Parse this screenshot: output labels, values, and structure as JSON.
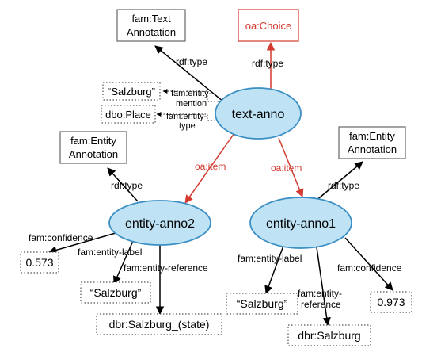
{
  "colors": {
    "ellipse_fill": "#bfe3f5",
    "ellipse_stroke": "#3b8fc4",
    "red": "#d43a2f",
    "black": "#000000",
    "dotted": "#555555"
  },
  "nodes": {
    "text_anno": "text-anno",
    "entity_anno2": "entity-anno2",
    "entity_anno1": "entity-anno1"
  },
  "boxes": {
    "fam_text_annotation": [
      "fam:Text",
      "Annotation"
    ],
    "oa_choice": "oa:Choice",
    "fam_entity_annotation_left": [
      "fam:Entity",
      "Annotation"
    ],
    "fam_entity_annotation_right": [
      "fam:Entity",
      "Annotation"
    ]
  },
  "literals": {
    "salzburg_top": "“Salzburg”",
    "dbo_place": "dbo:Place",
    "conf_left": "0.573",
    "salzburg_left": "“Salzburg”",
    "dbr_salzburg_state": "dbr:Salzburg_(state)",
    "salzburg_right": "“Salzburg”",
    "dbr_salzburg": "dbr:Salzburg",
    "conf_right": "0.973"
  },
  "edges": {
    "rdf_type_text": "rdf:type",
    "rdf_type_choice": "rdf:type",
    "entity_mention": [
      "fam:entity-",
      "mention"
    ],
    "entity_type": [
      "fam:entity-",
      "type"
    ],
    "oa_item_left": "oa:item",
    "oa_item_right": "oa:item",
    "rdf_type_left": "rdf:type",
    "rdf_type_right": "rdf:type",
    "confidence_left": "fam:confidence",
    "entity_label_left": "fam:entity-label",
    "entity_reference_left": "fam:entity-reference",
    "entity_label_right": "fam:entity-label",
    "entity_reference_right": [
      "fam:entity-",
      "reference"
    ],
    "confidence_right": "fam:confidence"
  }
}
